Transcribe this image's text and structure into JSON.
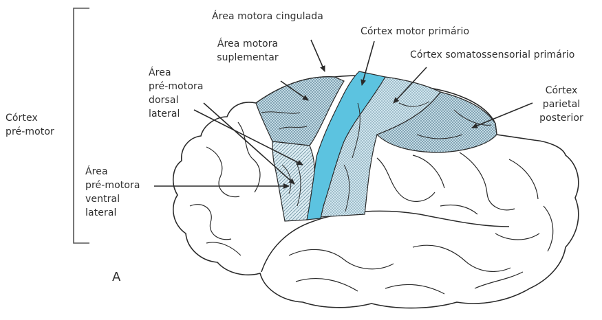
{
  "figure_letter": "A",
  "bracket_label": {
    "lines": [
      "Córtex",
      "pré-motor"
    ]
  },
  "labels": {
    "cingulate_motor": [
      "Área motora cingulada"
    ],
    "primary_motor": [
      "Córtex motor primário"
    ],
    "supplementary_motor": [
      "Área motora",
      "suplementar"
    ],
    "somatosensory": [
      "Córtex somatossensorial primário"
    ],
    "dorsal_premotor": [
      "Área",
      "pré-motora",
      "dorsal",
      "lateral"
    ],
    "posterior_parietal": [
      "Córtex",
      "parietal",
      "posterior"
    ],
    "ventral_premotor": [
      "Área",
      "pré-motora",
      "ventral",
      "lateral"
    ]
  },
  "colors": {
    "primary_motor_fill": "#5cc3e0",
    "hatched_fill": "#cfe5ee",
    "hatch_line": "#6b8fa0",
    "outline": "#2a2a2a",
    "text": "#2f2f2f"
  }
}
